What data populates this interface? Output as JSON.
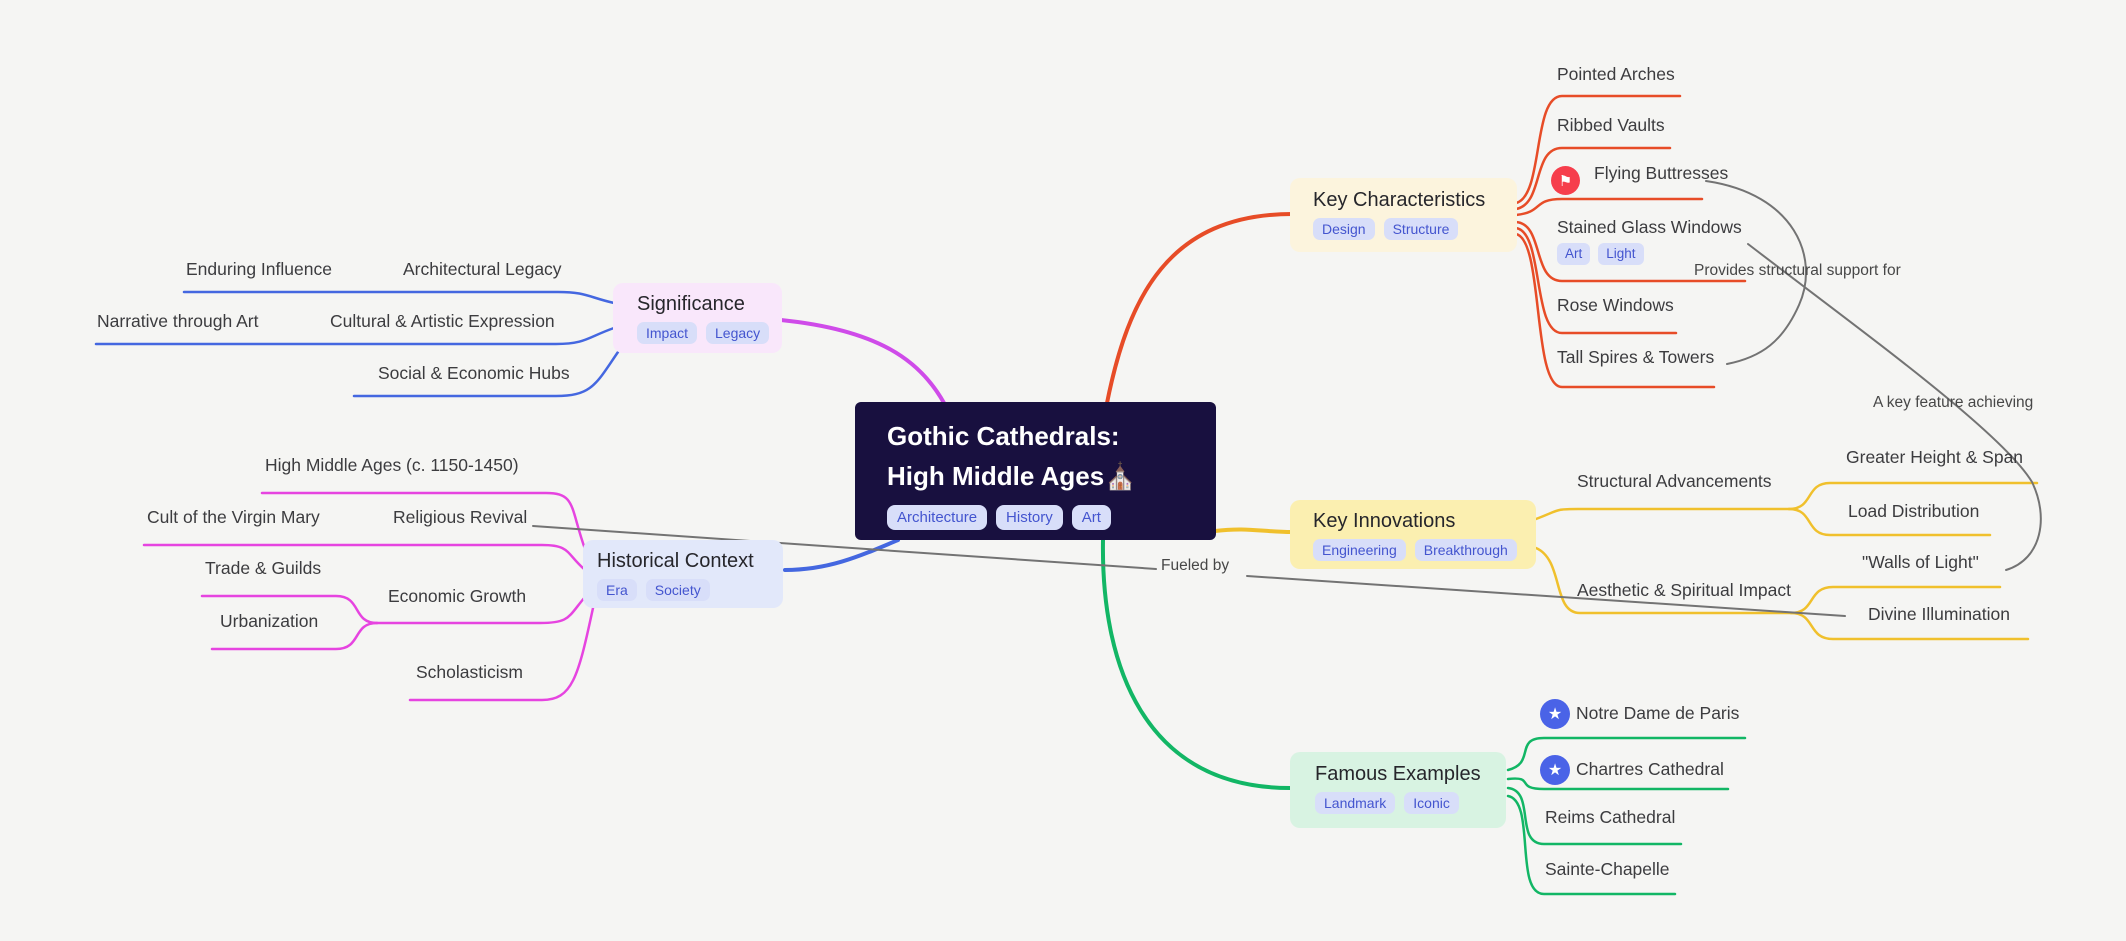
{
  "colors": {
    "background": "#f5f5f3",
    "center_bg": "#18103f",
    "red": "#e74c27",
    "yellow": "#f0c02c",
    "green": "#12b665",
    "blue": "#4467e0",
    "magenta": "#cf4be9",
    "pink": "#e644e0",
    "gray": "#737373",
    "badge_bg": "#d8def9",
    "badge_text": "#4455cf",
    "char_bg": "#fcf4dd",
    "innov_bg": "#fbefb0",
    "examples_bg": "#d8f3e2",
    "signif_bg": "#f9e7fb",
    "hist_bg": "#e2e8fa",
    "icon_red": "#f63e4c",
    "icon_blue": "#4a63e7",
    "text_dark": "#26262b",
    "text_child": "#3c3c3f",
    "text_link": "#474747"
  },
  "center": {
    "title_line1": "Gothic Cathedrals:",
    "title_line2": "High Middle Ages",
    "emoji": "⛪",
    "badges": [
      "Architecture",
      "History",
      "Art"
    ]
  },
  "key_characteristics": {
    "title": "Key Characteristics",
    "badges": [
      "Design",
      "Structure"
    ],
    "children": [
      {
        "label": "Pointed Arches"
      },
      {
        "label": "Ribbed Vaults"
      },
      {
        "label": "Flying Buttresses",
        "icon_glyph": "⚑"
      },
      {
        "label": "Stained Glass Windows",
        "badges": [
          "Art",
          "Light"
        ]
      },
      {
        "label": "Rose Windows"
      },
      {
        "label": "Tall Spires & Towers"
      }
    ]
  },
  "key_innovations": {
    "title": "Key Innovations",
    "badges": [
      "Engineering",
      "Breakthrough"
    ],
    "children": [
      {
        "label": "Structural Advancements",
        "children": [
          {
            "label": "Greater Height & Span"
          },
          {
            "label": "Load Distribution"
          }
        ]
      },
      {
        "label": "Aesthetic & Spiritual Impact",
        "children": [
          {
            "label": "\"Walls of Light\""
          },
          {
            "label": "Divine Illumination"
          }
        ]
      }
    ]
  },
  "famous_examples": {
    "title": "Famous Examples",
    "badges": [
      "Landmark",
      "Iconic"
    ],
    "children": [
      {
        "label": "Notre Dame de Paris",
        "icon_glyph": "★"
      },
      {
        "label": "Chartres Cathedral",
        "icon_glyph": "★"
      },
      {
        "label": "Reims Cathedral"
      },
      {
        "label": "Sainte-Chapelle"
      }
    ]
  },
  "significance": {
    "title": "Significance",
    "badges": [
      "Impact",
      "Legacy"
    ],
    "children": [
      {
        "label": "Architectural Legacy",
        "children": [
          {
            "label": "Enduring Influence"
          }
        ]
      },
      {
        "label": "Cultural & Artistic Expression",
        "children": [
          {
            "label": "Narrative through Art"
          }
        ]
      },
      {
        "label": "Social & Economic Hubs"
      }
    ]
  },
  "historical_context": {
    "title": "Historical Context",
    "badges": [
      "Era",
      "Society"
    ],
    "children": [
      {
        "label": "High Middle Ages (c. 1150-1450)"
      },
      {
        "label": "Religious Revival",
        "children": [
          {
            "label": "Cult of the Virgin Mary"
          }
        ]
      },
      {
        "label": "Economic Growth",
        "children": [
          {
            "label": "Trade & Guilds"
          },
          {
            "label": "Urbanization"
          }
        ]
      },
      {
        "label": "Scholasticism"
      }
    ]
  },
  "crosslinks": [
    {
      "label": "Provides structural support for"
    },
    {
      "label": "A key feature achieving"
    },
    {
      "label": "Fueled by"
    }
  ]
}
